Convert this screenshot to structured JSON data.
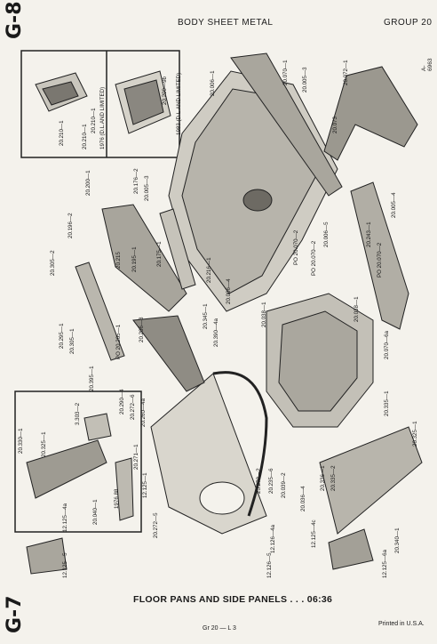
{
  "page": {
    "side_top": "G-8",
    "side_bottom": "G-7",
    "header_title": "BODY SHEET METAL",
    "header_group": "GROUP 20",
    "ref_code": "A-6963",
    "caption": "FLOOR PANS AND SIDE PANELS . . . 06:36",
    "footer_ref": "Gr 20 — L 3",
    "printed": "Printed in U.S.A."
  },
  "labels": [
    {
      "id": "l1",
      "text": "20.006—1"
    },
    {
      "id": "l2",
      "text": "20.070—1"
    },
    {
      "id": "l3",
      "text": "20.005—3"
    },
    {
      "id": "l4",
      "text": "20.072—1"
    },
    {
      "id": "l5",
      "text": "20.073"
    },
    {
      "id": "l6",
      "text": "20.209—9b"
    },
    {
      "id": "l7",
      "text": "1983 (D.L.AND LIMITED)"
    },
    {
      "id": "l8",
      "text": "20.210—1"
    },
    {
      "id": "l9",
      "text": "1976 (D.L.AND LIMITED)"
    },
    {
      "id": "l10",
      "text": "20.210—1"
    },
    {
      "id": "l11",
      "text": "20.210—1"
    },
    {
      "id": "l12",
      "text": "20.200—1"
    },
    {
      "id": "l13",
      "text": "20.176—2"
    },
    {
      "id": "l14",
      "text": "20.005—3"
    },
    {
      "id": "l15",
      "text": "20.196—2"
    },
    {
      "id": "l16",
      "text": "20.305—2"
    },
    {
      "id": "l17",
      "text": "20.215"
    },
    {
      "id": "l18",
      "text": "20.195—1"
    },
    {
      "id": "l19",
      "text": "20.175—1"
    },
    {
      "id": "l20",
      "text": "20.216—1"
    },
    {
      "id": "l21",
      "text": "20.005—4"
    },
    {
      "id": "l22",
      "text": "20.243—1"
    },
    {
      "id": "l23",
      "text": "20.006—5"
    },
    {
      "id": "l24",
      "text": "PO 20.070—2"
    },
    {
      "id": "l25",
      "text": "PO 20.070—2"
    },
    {
      "id": "l26",
      "text": "PO 20.070—2"
    },
    {
      "id": "l27",
      "text": "20.295—1"
    },
    {
      "id": "l28",
      "text": "20.305—1"
    },
    {
      "id": "l29",
      "text": "PO 20.205—1"
    },
    {
      "id": "l30",
      "text": "20.206—3"
    },
    {
      "id": "l31",
      "text": "20.345—1"
    },
    {
      "id": "l32",
      "text": "20.390—4a"
    },
    {
      "id": "l33",
      "text": "20.006—4"
    },
    {
      "id": "l34",
      "text": "20.038—1"
    },
    {
      "id": "l35",
      "text": "20.038—1"
    },
    {
      "id": "l36",
      "text": "20.070—6a"
    },
    {
      "id": "l37",
      "text": "20.395—1"
    },
    {
      "id": "l38",
      "text": "20.290—4"
    },
    {
      "id": "l39",
      "text": "20.272—6"
    },
    {
      "id": "l40",
      "text": "20.260—4a"
    },
    {
      "id": "l41",
      "text": "20.335—1"
    },
    {
      "id": "l42",
      "text": "20.325—1"
    },
    {
      "id": "l43",
      "text": "20.330—1"
    },
    {
      "id": "l44",
      "text": "3.303—2"
    },
    {
      "id": "l45",
      "text": "20.325—1"
    },
    {
      "id": "l46",
      "text": "20.271—1"
    },
    {
      "id": "l47",
      "text": "12.125—1"
    },
    {
      "id": "l48",
      "text": "20.272—5"
    },
    {
      "id": "l49",
      "text": "20.272—2"
    },
    {
      "id": "l50",
      "text": "20.235—6"
    },
    {
      "id": "l51",
      "text": "20.039—2"
    },
    {
      "id": "l52",
      "text": "20.036—4"
    },
    {
      "id": "l53",
      "text": "20.336—1"
    },
    {
      "id": "l54",
      "text": "20.335—2"
    },
    {
      "id": "l55",
      "text": "1976 88"
    },
    {
      "id": "l56",
      "text": "20.040—1"
    },
    {
      "id": "l57",
      "text": "12.125—4a"
    },
    {
      "id": "l58",
      "text": "12.125—5"
    },
    {
      "id": "l59",
      "text": "12.126—4a"
    },
    {
      "id": "l60",
      "text": "12.125—4c"
    },
    {
      "id": "l61",
      "text": "12.126—5"
    },
    {
      "id": "l62",
      "text": "20.340—1"
    },
    {
      "id": "l63",
      "text": "12.125—6a"
    }
  ]
}
